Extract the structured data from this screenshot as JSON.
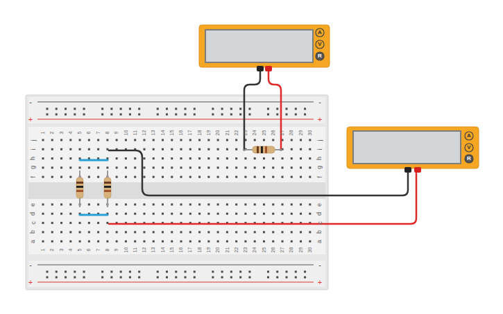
{
  "diagram": {
    "labels": [
      "-",
      "-",
      "+",
      "+",
      "1",
      "2",
      "3",
      "4",
      "5",
      "6",
      "7",
      "8",
      "9",
      "10",
      "11",
      "12",
      "13",
      "14",
      "15",
      "16",
      "17",
      "18",
      "19",
      "20",
      "21",
      "22",
      "23",
      "24",
      "25",
      "26",
      "27",
      "28",
      "29",
      "30",
      "j",
      "i",
      "h",
      "g",
      "f",
      "e",
      "d",
      "c",
      "b",
      "a",
      "j",
      "i",
      "h",
      "g",
      "f",
      "e",
      "d",
      "c",
      "b",
      "a",
      "1",
      "2",
      "3",
      "4",
      "5",
      "6",
      "7",
      "8",
      "9",
      "10",
      "11",
      "12",
      "13",
      "14",
      "15",
      "16",
      "17",
      "18",
      "19",
      "20",
      "21",
      "22",
      "23",
      "24",
      "25",
      "26",
      "27",
      "28",
      "29",
      "30",
      "-",
      "-",
      "+",
      "+",
      "A",
      "V",
      "R",
      "A",
      "V",
      "R"
    ]
  }
}
